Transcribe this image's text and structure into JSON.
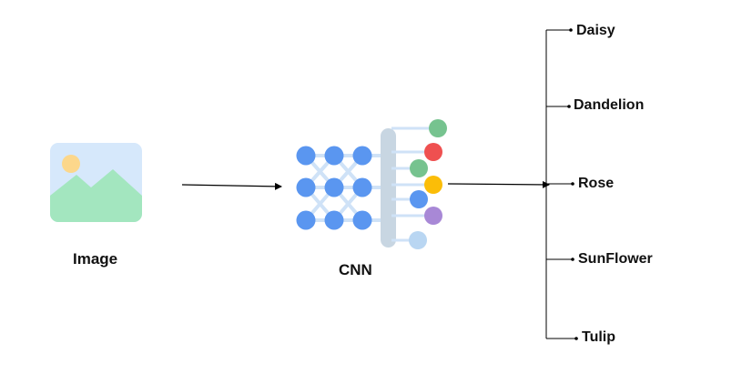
{
  "input_label": "Image",
  "model_label": "CNN",
  "classes": [
    "Daisy",
    "Dandelion",
    "Rose",
    "SunFlower",
    "Tulip"
  ],
  "colors": {
    "image_sky": "#d6e8fb",
    "image_mountain": "#a3e6bf",
    "image_sun": "#fcd78b",
    "neuron": "#5a96f0",
    "connection": "#cfe2f7",
    "bar": "#c8d6e2",
    "outputs": [
      "#76c38f",
      "#ef5050",
      "#76c38f",
      "#fbbd08",
      "#5a96f0",
      "#a888d6",
      "#b9d6f2"
    ],
    "lines": "#000000"
  }
}
